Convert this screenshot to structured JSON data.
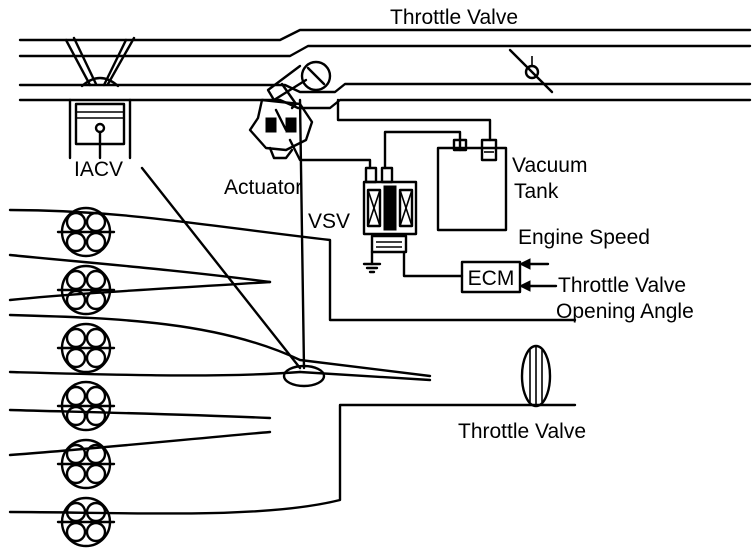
{
  "labels": {
    "throttle_valve_top": "Throttle Valve",
    "iacv": "IACV",
    "actuator": "Actuator",
    "vacuum": "Vacuum",
    "tank": "Tank",
    "vsv": "VSV",
    "engine_speed": "Engine Speed",
    "ecm": "ECM",
    "throttle_valve_right": "Throttle Valve",
    "opening_angle": "Opening Angle",
    "throttle_valve_bottom": "Throttle Valve"
  },
  "cylinder_count": 6,
  "colors": {
    "ink": "#000000",
    "background": "#ffffff"
  }
}
